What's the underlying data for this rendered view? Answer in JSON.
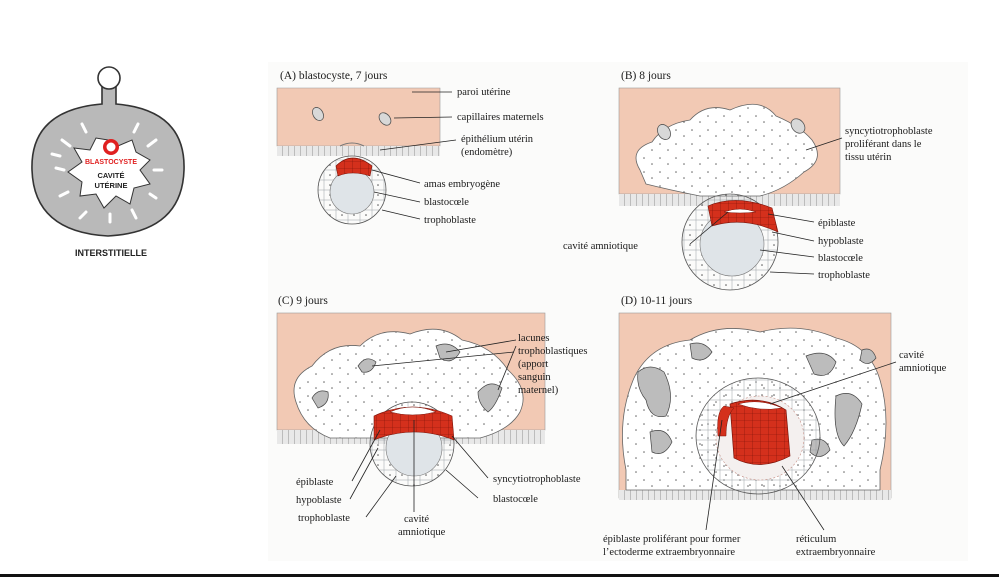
{
  "inset": {
    "blastocyste": "BLASTOCYSTE",
    "cavite": "CAVITÉ",
    "uterine": "UTÉRINE",
    "caption": "INTERSTITIELLE"
  },
  "panels": {
    "a": {
      "title": "(A) blastocyste, 7 jours",
      "paroi": "paroi utérine",
      "capillaires": "capillaires maternels",
      "epithelium1": "épithélium utérin",
      "epithelium2": "(endomètre)",
      "amas": "amas embryogène",
      "blastocoele": "blastocœle",
      "trophoblaste": "trophoblaste"
    },
    "b": {
      "title": "(B) 8 jours",
      "syncytio1": "syncytiotrophoblaste",
      "syncytio2": "proliférant dans le",
      "syncytio3": "tissu utérin",
      "epiblaste": "épiblaste",
      "hypoblaste": "hypoblaste",
      "cavite": "cavité amniotique",
      "blastocoele": "blastocœle",
      "trophoblaste": "trophoblaste"
    },
    "c": {
      "title": "(C) 9 jours",
      "lacunes1": "lacunes",
      "lacunes2": "trophoblastiques",
      "lacunes3": "(apport",
      "lacunes4": "sanguin",
      "lacunes5": "maternel)",
      "epiblaste": "épiblaste",
      "hypoblaste": "hypoblaste",
      "trophoblaste": "trophoblaste",
      "cavite1": "cavité",
      "cavite2": "amniotique",
      "syncytio": "syncytiotrophoblaste",
      "blastocoele": "blastocœle"
    },
    "d": {
      "title": "(D) 10-11 jours",
      "cavite1": "cavité",
      "cavite2": "amniotique",
      "epiblaste1": "épiblaste proliférant pour former",
      "epiblaste2": "l’ectoderme extraembryonnaire",
      "reticulum1": "réticulum",
      "reticulum2": "extraembryonnaire"
    }
  },
  "colors": {
    "tissue": "#f2c9b4",
    "syncytium": "#ffffff",
    "red": "#d4301c",
    "lacuna": "#bcbcbc",
    "cavity": "#d9dee2",
    "inset_fill": "#b9b9b9"
  }
}
